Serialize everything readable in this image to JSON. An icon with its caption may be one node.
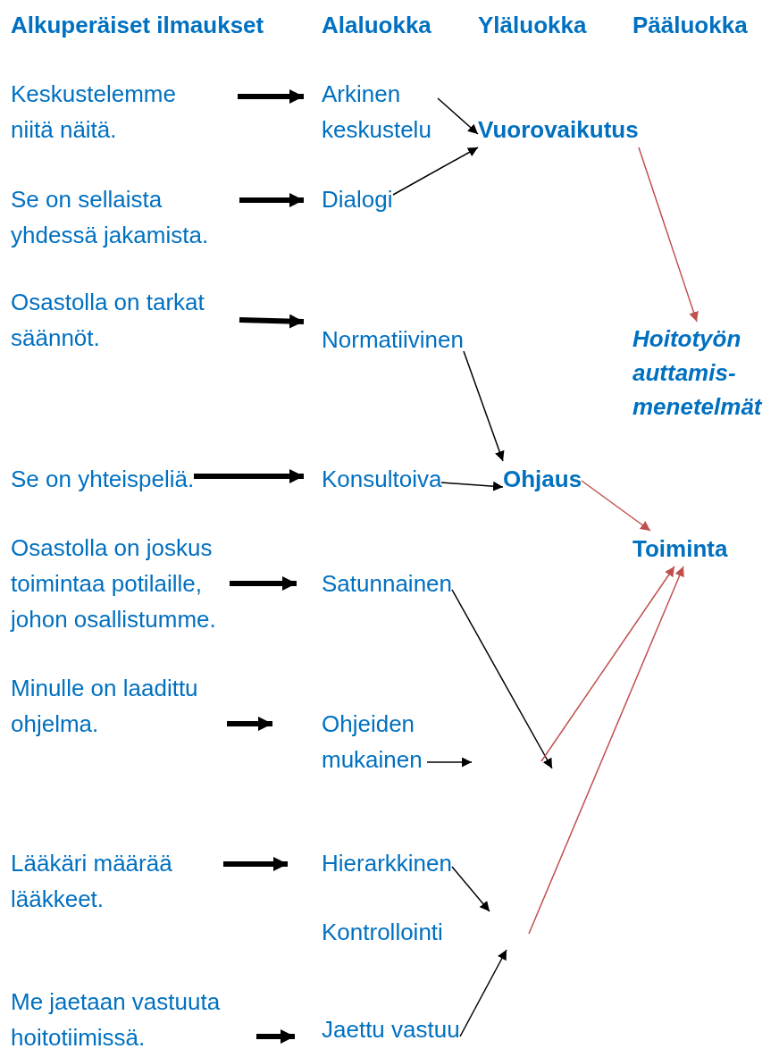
{
  "diagram": {
    "nodes": [
      {
        "text": [
          "Keskustelemme niitä näitä."
        ]
      },
      {
        "text": [
          "Arkinen keskustelu"
        ]
      },
      {
        "text": [
          "Vuorovaikutus"
        ]
      },
      {
        "text": [
          "Se on sellaista yhdessä jakamista."
        ]
      },
      {
        "text": [
          "Dialogi"
        ]
      },
      {
        "text": [
          "Osastolla on tarkat säännöt."
        ]
      },
      {
        "text": [
          "Normatiivinen"
        ]
      },
      {
        "text": [
          "Hoitotyön auttamis-menetelmät"
        ]
      },
      {
        "text": [
          "Se on yhteispeliä."
        ]
      },
      {
        "text": [
          "Konsultoiva"
        ]
      },
      {
        "text": [
          "Ohjaus"
        ]
      },
      {
        "text": [
          "Toiminta"
        ]
      },
      {
        "text": [
          "Osastolla on joskus toimintaa potilaille, johon osallistumme."
        ]
      },
      {
        "text": [
          "Satunnainen"
        ]
      },
      {
        "text": [
          "Minulle on laadittu ohjelma."
        ]
      },
      {
        "text": [
          "Ohjeiden mukainen"
        ]
      },
      {
        "text": [
          "Lääkäri määrää lääkkeet."
        ]
      },
      {
        "text": [
          "Hierarkkinen"
        ]
      },
      {
        "text": [
          "Me jaetaan vastuuta hoitotiimissä."
        ]
      },
      {
        "text": [
          "Jaettu vastuu"
        ]
      }
    ],
    "edges": [
      {
        "from": 0,
        "to": 1,
        "arrow": "to",
        "style": "thick"
      },
      {
        "from": 3,
        "to": 4,
        "arrow": "to",
        "style": "thick"
      },
      {
        "from": 5,
        "to": 6,
        "arrow": "to",
        "style": "thick"
      },
      {
        "from": 8,
        "to": 9,
        "arrow": "to",
        "style": "thick"
      },
      {
        "from": 12,
        "to": 13,
        "arrow": "to",
        "style": "thick"
      },
      {
        "from": 14,
        "to": 15,
        "arrow": "to",
        "style": "thick"
      },
      {
        "from": 16,
        "to": 17,
        "arrow": "to",
        "style": "thick"
      },
      {
        "from": 18,
        "to": 19,
        "arrow": "to",
        "style": "thick"
      },
      {
        "from": 1,
        "to": 2,
        "arrow": "to"
      },
      {
        "from": 4,
        "to": 2,
        "arrow": "to"
      },
      {
        "from": 6,
        "to": 10,
        "arrow": "to"
      },
      {
        "from": 9,
        "to": 10,
        "arrow": "to"
      },
      {
        "from": 13,
        "to": null,
        "arrow": "to"
      },
      {
        "from": 15,
        "to": null,
        "arrow": "to"
      },
      {
        "from": 17,
        "to": null,
        "arrow": "to"
      },
      {
        "from": 19,
        "to": null,
        "arrow": "to"
      },
      {
        "from": 2,
        "to": 7,
        "arrow": "to",
        "color": "#c0504d"
      },
      {
        "from": 10,
        "to": 11,
        "arrow": "to",
        "color": "#c0504d"
      },
      {
        "from": null,
        "to": 11,
        "arrow": "to",
        "color": "#c0504d"
      },
      {
        "from": null,
        "to": 11,
        "arrow": "to",
        "color": "#c0504d"
      }
    ],
    "labels": [
      "Alkuperäiset ilmaukset",
      "Alaluokka",
      "Yläluokka",
      "Pääluokka",
      "Kontrollointi"
    ]
  }
}
